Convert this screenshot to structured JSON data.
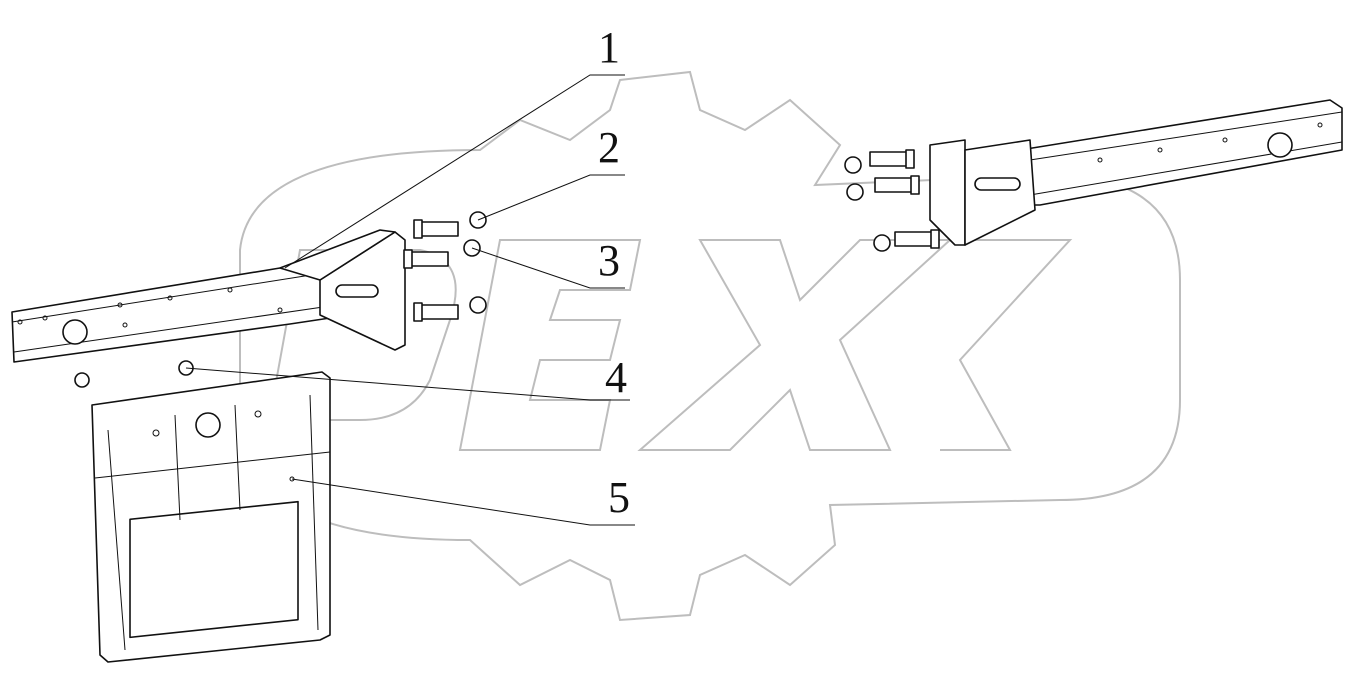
{
  "diagram": {
    "callouts": [
      {
        "number": "1"
      },
      {
        "number": "2"
      },
      {
        "number": "3"
      },
      {
        "number": "4"
      },
      {
        "number": "5"
      }
    ],
    "watermark": {
      "text": "OPEX",
      "color": "#bdbdbd"
    },
    "line_color": "#111111"
  }
}
